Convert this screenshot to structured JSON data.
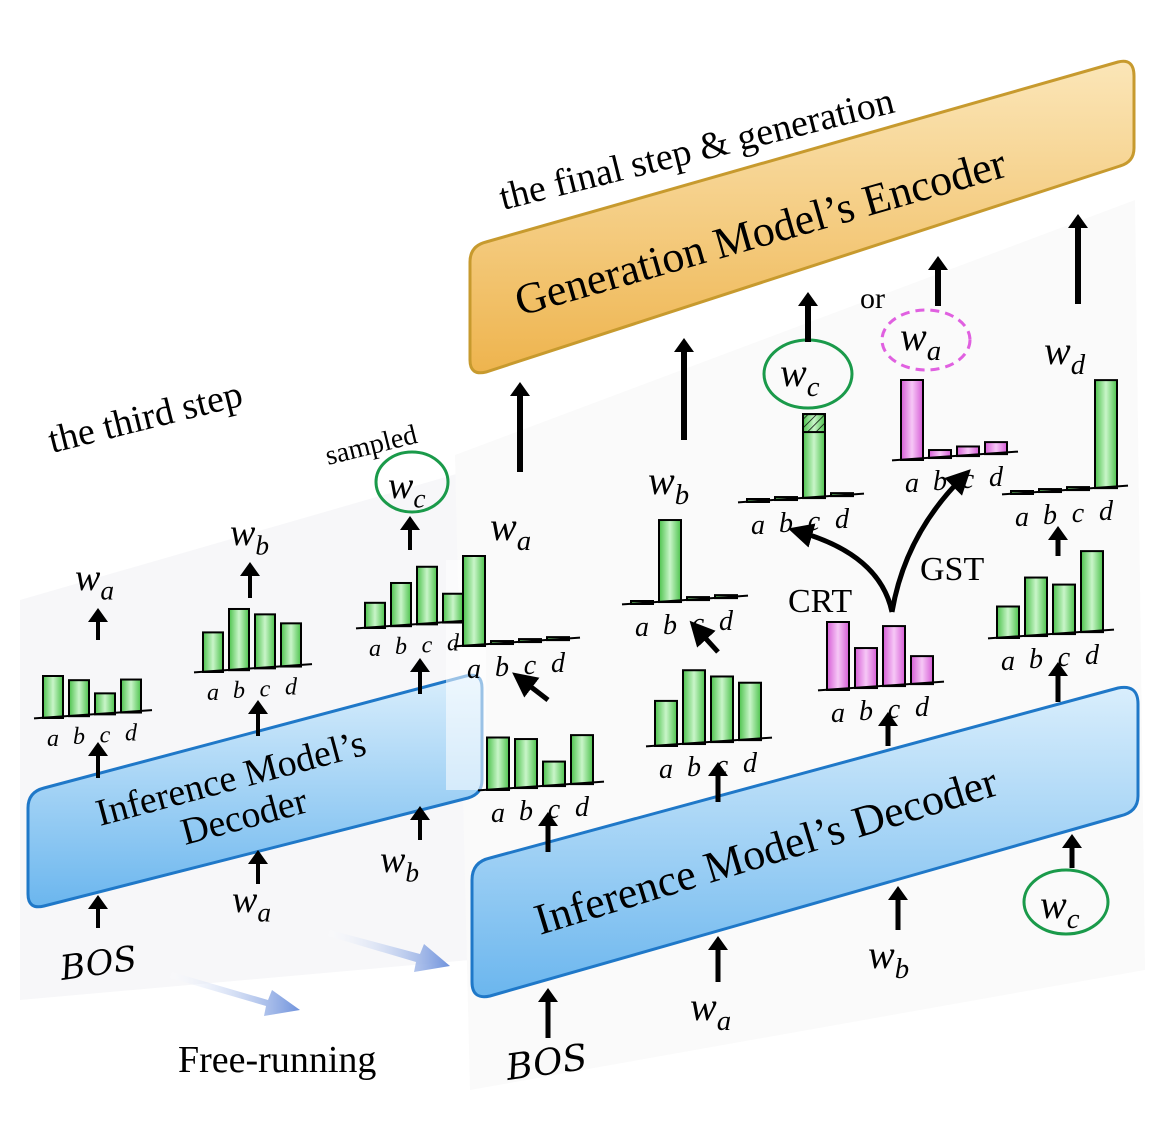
{
  "labels": {
    "third_step": "the third step",
    "final_step": "the final step & generation",
    "free_running": "Free-running",
    "sampled": "sampled",
    "or": "or",
    "crt": "CRT",
    "gst": "GST"
  },
  "boxes": {
    "generation_encoder": "Generation Model’s Encoder",
    "inference_decoder_small_line1": "Inference Model’s",
    "inference_decoder_small_line2": "Decoder",
    "inference_decoder_large": "Inference Model’s Decoder"
  },
  "tokens": {
    "bos": "BOS",
    "w": "w",
    "sub_a": "a",
    "sub_b": "b",
    "sub_c": "c",
    "sub_d": "d"
  },
  "axis_letters": [
    "a",
    "b",
    "c",
    "d"
  ],
  "colors": {
    "green_bar": "#7fe07f",
    "pink_bar": "#e88ee8",
    "orange_box": "#f3c46a",
    "blue_box": "#8cc7f0",
    "green_circle": "#1a9a4a",
    "pink_circle": "#e060e0",
    "arrow_blue": "#7a9ee0"
  },
  "distributions": {
    "third_step": [
      [
        0.7,
        0.6,
        0.35,
        0.55
      ],
      [
        0.55,
        0.85,
        0.75,
        0.6
      ],
      [
        0.35,
        0.6,
        0.8,
        0.4
      ]
    ],
    "final_lower": [
      [
        0.75,
        0.7,
        0.35,
        0.7
      ],
      [
        0.55,
        0.9,
        0.8,
        0.7
      ],
      [
        0.85,
        0.5,
        0.75,
        0.35
      ],
      [
        0.35,
        0.65,
        0.55,
        0.9
      ]
    ],
    "final_upper": [
      [
        1.0,
        0.0,
        0.0,
        0.0
      ],
      [
        0.0,
        1.0,
        0.0,
        0.0
      ],
      [
        0.0,
        0.0,
        1.0,
        0.0
      ],
      [
        1.0,
        0.1,
        0.12,
        0.15
      ],
      [
        0.0,
        0.0,
        0.0,
        1.0
      ]
    ]
  }
}
